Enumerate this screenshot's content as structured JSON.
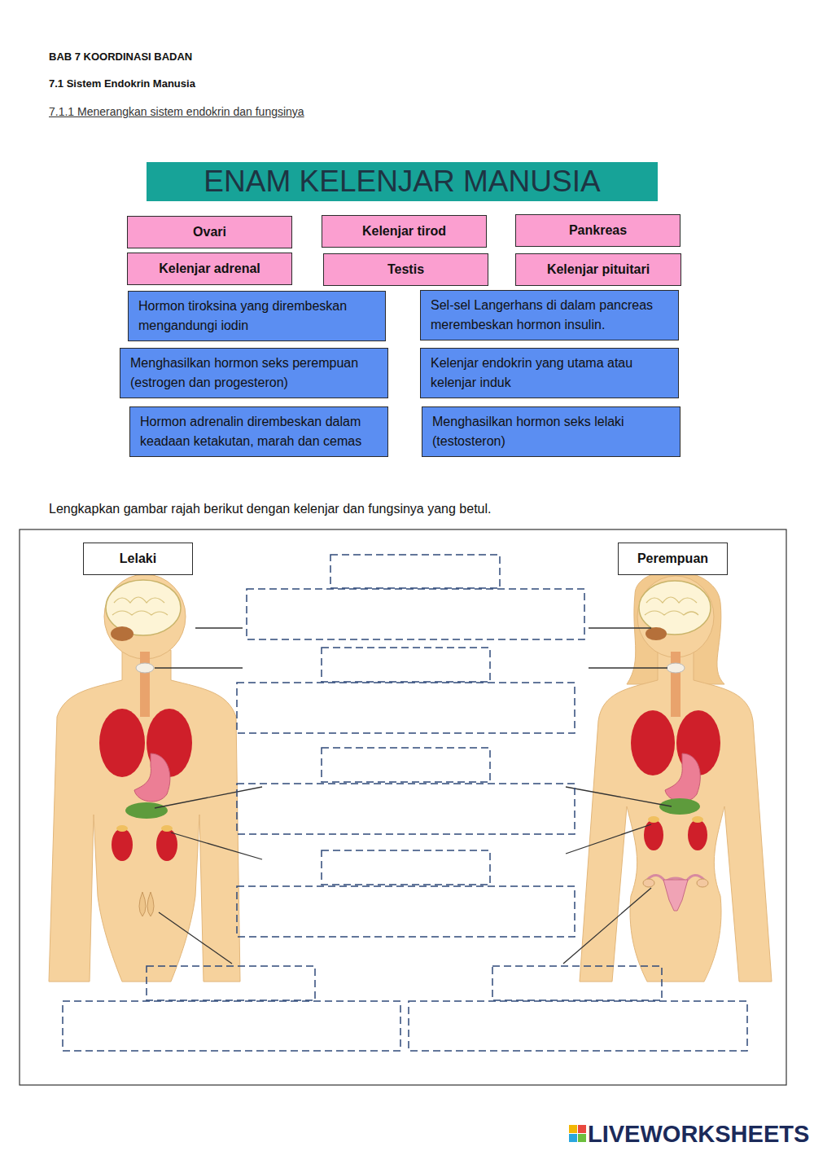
{
  "diagram": {
    "title": "ENAM KELENJAR MANUSIA",
    "nodes": [
      {
        "text": [
          "Ovari"
        ]
      },
      {
        "text": [
          "Kelenjar tirod"
        ]
      },
      {
        "text": [
          "Pankreas"
        ]
      },
      {
        "text": [
          "Kelenjar adrenal"
        ]
      },
      {
        "text": [
          "Testis"
        ]
      },
      {
        "text": [
          "Kelenjar pituitari"
        ]
      },
      {
        "text": [
          "Hormon tiroksina yang dirembeskan mengandungi iodin"
        ]
      },
      {
        "text": [
          "Sel-sel Langerhans di dalam pancreas merembeskan hormon insulin."
        ]
      },
      {
        "text": [
          "Menghasilkan hormon seks perempuan (estrogen dan progesteron)"
        ]
      },
      {
        "text": [
          "Kelenjar endokrin yang utama atau kelenjar induk"
        ]
      },
      {
        "text": [
          "Hormon adrenalin dirembeskan dalam keadaan ketakutan, marah dan cemas"
        ]
      },
      {
        "text": [
          "Menghasilkan hormon seks lelaki (testosteron)"
        ]
      },
      {
        "text": [
          "Lelaki"
        ]
      },
      {
        "text": [
          "Perempuan"
        ]
      }
    ],
    "labels": [
      "BAB 7 KOORDINASI BADAN",
      "7.1 Sistem Endokrin Manusia",
      "7.1.1 Menerangkan sistem endokrin dan fungsinya",
      "Lengkapkan gambar rajah berikut dengan kelenjar dan fungsinya yang betul.",
      "LIVEWORKSHEETS"
    ]
  }
}
